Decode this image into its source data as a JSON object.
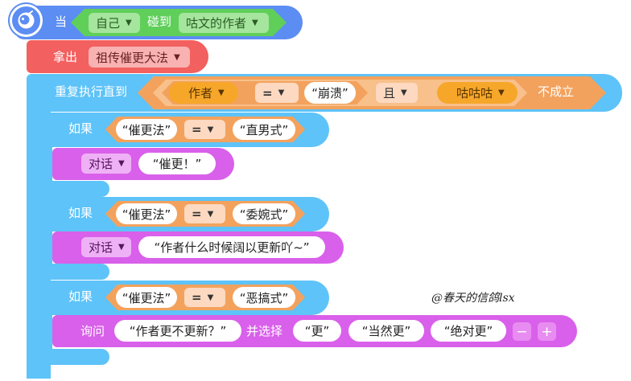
{
  "event": {
    "when_label": "当",
    "sprite_value": "自己",
    "touch_label": "碰到",
    "target_value": "咕文的作者"
  },
  "take_out": {
    "label": "拿出",
    "item_value": "祖传催更大法"
  },
  "repeat_until": {
    "label": "重复执行直到",
    "left_var": "作者",
    "op": "=",
    "left_value": "“崩溃”",
    "and_value": "且",
    "right_var": "咕咕咕",
    "not_label": "不成立"
  },
  "if_blocks": [
    {
      "if_label": "如果",
      "var": "“催更法”",
      "op": "=",
      "value": "“直男式”",
      "action_label": "对话",
      "action_text": "“催更！”"
    },
    {
      "if_label": "如果",
      "var": "“催更法”",
      "op": "=",
      "value": "“委婉式”",
      "action_label": "对话",
      "action_text": "“作者什么时候阔以更新吖~”"
    },
    {
      "if_label": "如果",
      "var": "“催更法”",
      "op": "=",
      "value": "“恶搞式”"
    }
  ],
  "ask": {
    "label": "询问",
    "question": "“作者更不更新？”",
    "choose_label": "并选择",
    "options": [
      "“更”",
      "“当然更”",
      "“绝对更”"
    ],
    "minus": "−",
    "plus": "+"
  },
  "signature": "@春天的信鸽lsx",
  "colors": {
    "event_blue": "#5c8df3",
    "event_green": "#5fcf5a",
    "red": "#f2605f",
    "loop_blue": "#5ec3f8",
    "orange": "#f3a25d",
    "orange_light": "#f8c08a",
    "purple": "#d960ea"
  },
  "icons": {
    "sprite": "sprite-head-icon",
    "dropdown": "chevron-down-icon"
  }
}
